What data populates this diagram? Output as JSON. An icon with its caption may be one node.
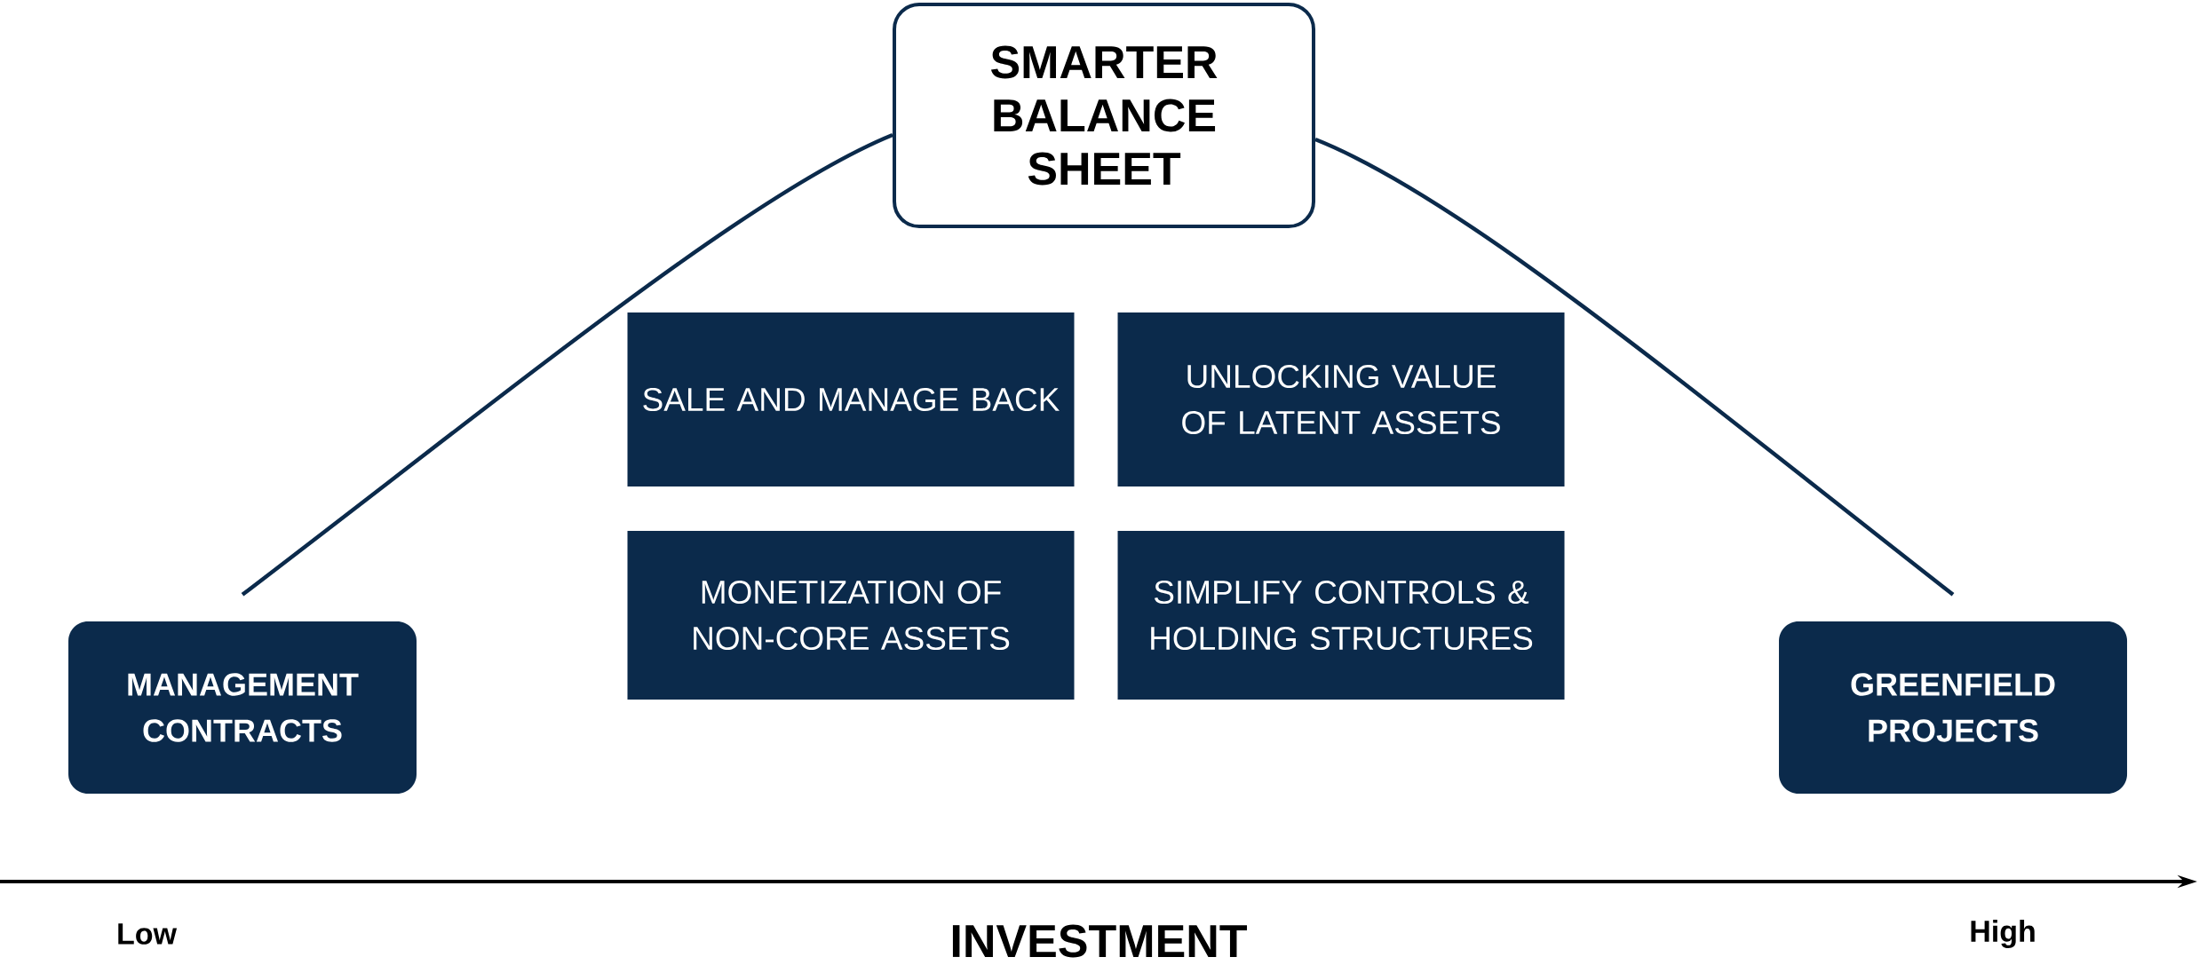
{
  "diagram": {
    "nodes": [
      {
        "text": [
          "SMARTER BALANCE SHEET"
        ]
      },
      {
        "text": [
          "SALE AND MANAGE BACK"
        ]
      },
      {
        "text": [
          "UNLOCKING VALUE OF LATENT ASSETS"
        ]
      },
      {
        "text": [
          "MONETIZATION OF NON-CORE ASSETS"
        ]
      },
      {
        "text": [
          "SIMPLIFY CONTROLS & HOLDING STRUCTURES"
        ]
      },
      {
        "text": [
          "MANAGEMENT CONTRACTS"
        ]
      },
      {
        "text": [
          "GREENFIELD PROJECTS"
        ]
      }
    ],
    "edges": [
      {
        "from": 5,
        "to": 0,
        "arrow": "none"
      },
      {
        "from": 0,
        "to": 6,
        "arrow": "none"
      }
    ],
    "labels": [
      "Low",
      "INVESTMENT",
      "High"
    ]
  }
}
